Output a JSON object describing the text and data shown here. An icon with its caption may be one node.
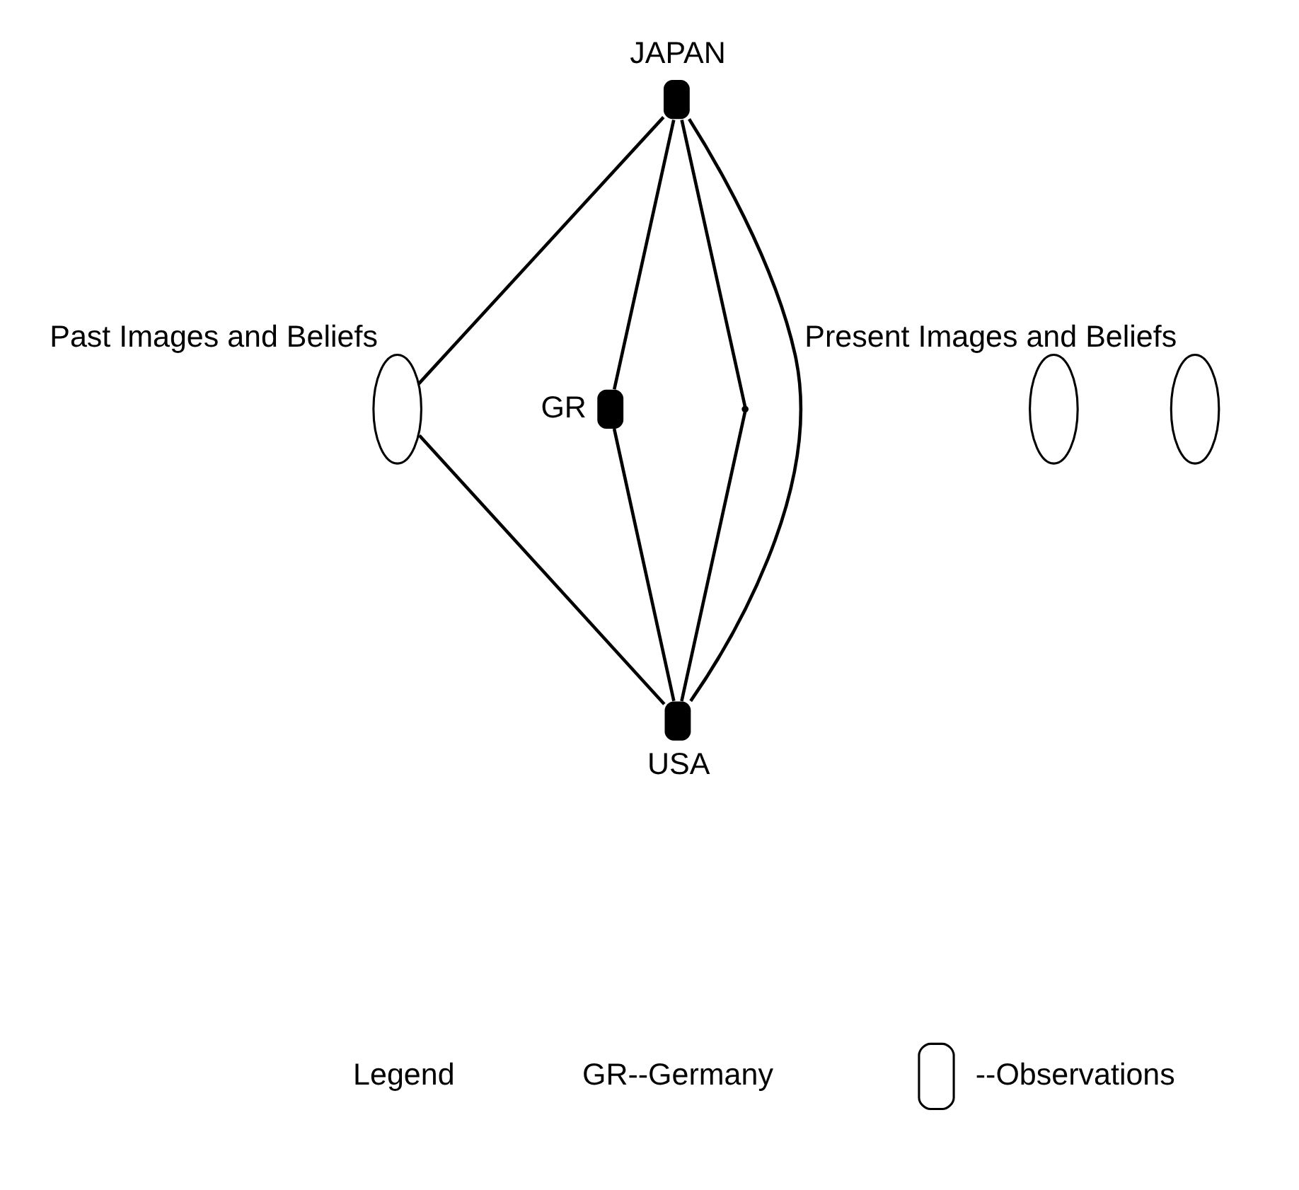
{
  "diagram": {
    "nodes": [
      {
        "text": [
          "JAPAN"
        ]
      },
      {
        "text": [],
        "shape": "ellipse",
        "beside": [
          "Past Images and Beliefs"
        ]
      },
      {
        "text": [
          "GR"
        ]
      },
      {
        "text": [],
        "shape": "ellipse"
      },
      {
        "text": [],
        "shape": "point"
      },
      {
        "text": [],
        "shape": "ellipse",
        "beside": [
          "Present Images and Beliefs"
        ]
      },
      {
        "text": [
          "USA"
        ]
      }
    ],
    "edges": [
      {
        "from": 0,
        "to": 1,
        "arrow": "none"
      },
      {
        "from": 0,
        "to": 2,
        "arrow": "none"
      },
      {
        "from": 0,
        "to": 6,
        "arrow": "none"
      },
      {
        "from": 0,
        "to": 4,
        "arrow": "none"
      },
      {
        "from": 1,
        "to": 6,
        "arrow": "none"
      },
      {
        "from": 2,
        "to": 6,
        "arrow": "none"
      },
      {
        "from": 4,
        "to": 6,
        "arrow": "none"
      }
    ],
    "labels": [
      "Legend",
      "GR--Germany"
    ],
    "legend": [
      {
        "text": "--Observations"
      }
    ]
  }
}
